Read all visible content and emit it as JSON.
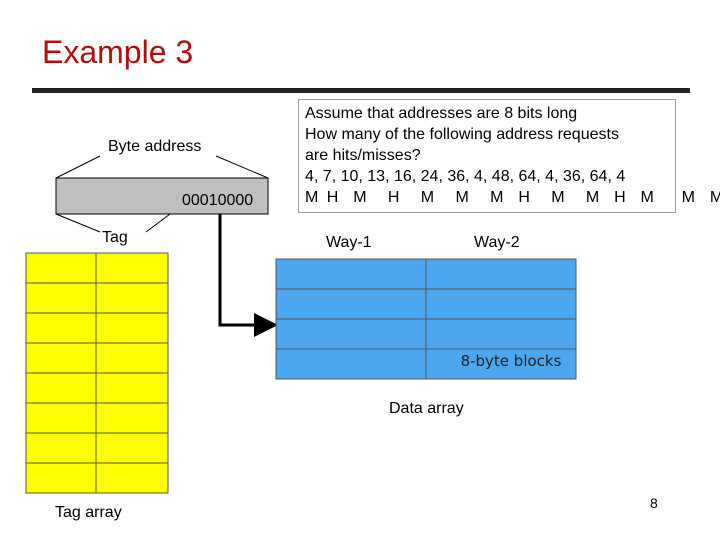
{
  "slide": {
    "title": "Example 3",
    "page_number": "8"
  },
  "address": {
    "label": "Byte address",
    "value": "00010000",
    "tag_label": "Tag"
  },
  "question": {
    "lines": [
      "Assume that addresses are 8 bits long",
      "How many of the following address requests",
      "are hits/misses?",
      "4, 7, 10, 13, 16, 24, 36, 4, 48, 64, 4, 36, 64, 4"
    ],
    "hit_miss": "M H  M   H   M   M   M  H   M   M  H  M    M  M"
  },
  "data_array": {
    "way_labels": [
      "Way-1",
      "Way-2"
    ],
    "block_label": "8-byte blocks",
    "label": "Data array",
    "rows": 4,
    "fill": "#4da6f0"
  },
  "tag_array": {
    "label": "Tag array",
    "rows": 8,
    "columns": 2,
    "fill": "#ffff00"
  }
}
